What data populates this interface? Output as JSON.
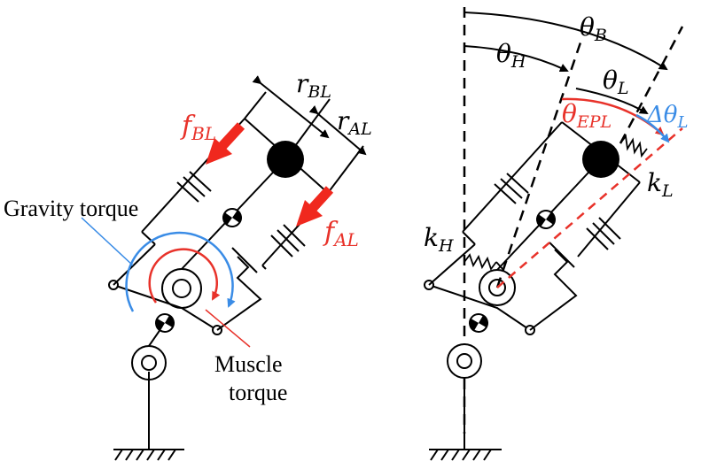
{
  "colors": {
    "line": "#000000",
    "force": "#f0281e",
    "red": "#e8322a",
    "blue": "#3a8ce6"
  },
  "left": {
    "gravity_label": "Gravity torque",
    "muscle_label_1": "Muscle",
    "muscle_label_2": "torque",
    "f_bl": {
      "main": "f",
      "sub": "BL"
    },
    "f_al": {
      "main": "f",
      "sub": "AL"
    },
    "r_bl": {
      "main": "r",
      "sub": "BL"
    },
    "r_al": {
      "main": "r",
      "sub": "AL"
    }
  },
  "right": {
    "theta_b": {
      "main": "θ",
      "sub": "B"
    },
    "theta_h": {
      "main": "θ",
      "sub": "H"
    },
    "theta_l": {
      "main": "θ",
      "sub": "L"
    },
    "theta_epl": {
      "main": "θ",
      "sub": "EPL"
    },
    "delta_theta_l": {
      "main": "Δθ",
      "sub": "L"
    },
    "k_h": {
      "main": "k",
      "sub": "H"
    },
    "k_l": {
      "main": "k",
      "sub": "L"
    }
  },
  "icons": [
    "ground-hatch-icon",
    "pulley-icon",
    "mass-icon",
    "center-of-mass-icon",
    "damper-icon",
    "spring-icon"
  ]
}
